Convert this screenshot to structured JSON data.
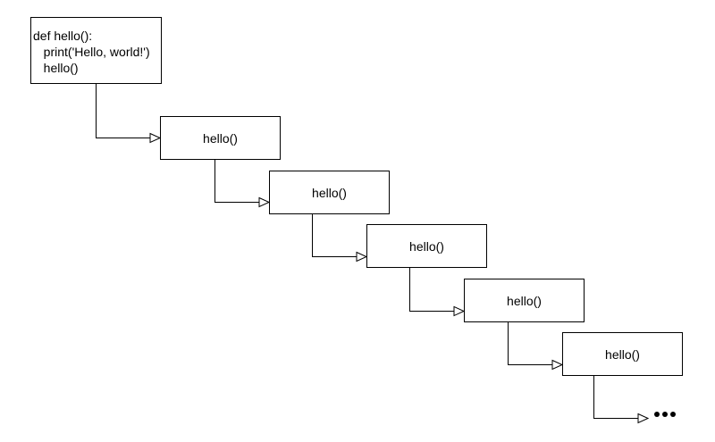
{
  "code_block": {
    "lines": [
      "def hello():",
      "   print('Hello, world!')",
      "   hello()"
    ]
  },
  "calls": [
    {
      "label": "hello()"
    },
    {
      "label": "hello()"
    },
    {
      "label": "hello()"
    },
    {
      "label": "hello()"
    },
    {
      "label": "hello()"
    }
  ],
  "colors": {
    "stroke": "#000000",
    "fill": "#ffffff"
  },
  "continuation_icon": "ellipsis-icon"
}
